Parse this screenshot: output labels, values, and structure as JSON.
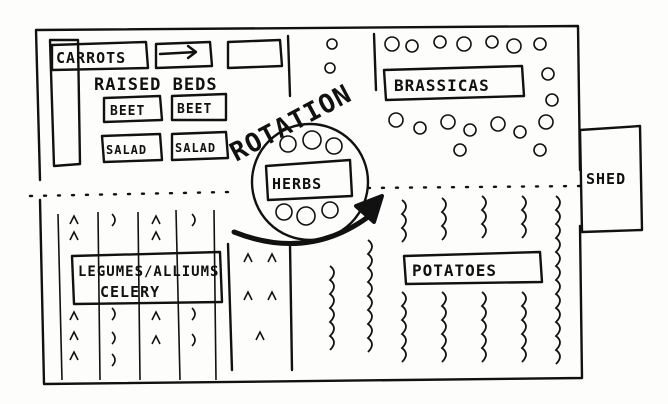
{
  "labels": {
    "carrots": "CARROTS",
    "raised_beds": "RAISED BEDS",
    "beet_1": "BEET",
    "beet_2": "BEET",
    "salad_1": "SALAD",
    "salad_2": "SALAD",
    "rotation": "ROTATION",
    "herbs": "HERBS",
    "brassicas": "BRASSICAS",
    "shed": "SHED",
    "legumes": "LEGUMES/ALLIUMS",
    "celery": "CELERY",
    "potatoes": "POTATOES"
  },
  "colors": {
    "ink": "#111111",
    "paper": "#fdfdfb"
  }
}
